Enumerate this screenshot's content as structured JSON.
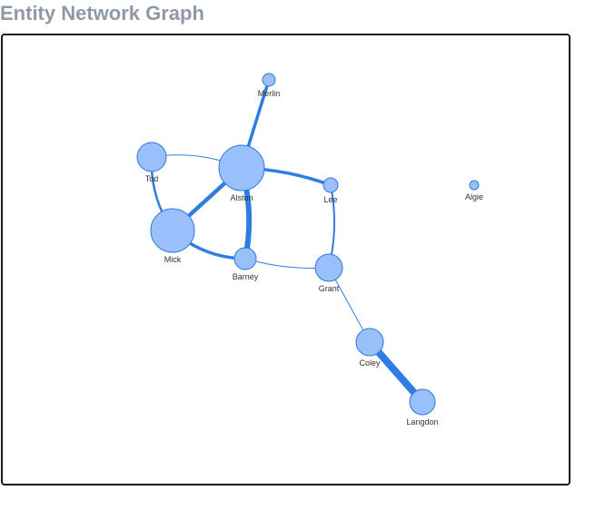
{
  "page": {
    "title": "Entity Network Graph"
  },
  "graph": {
    "node_fill": "#99c0fb",
    "node_stroke": "#2f76dd",
    "edge_color": "#2f7de1",
    "nodes": [
      {
        "id": "merlin",
        "label": "Merlin"
      },
      {
        "id": "tod",
        "label": "Tod"
      },
      {
        "id": "alston",
        "label": "Alston"
      },
      {
        "id": "lee",
        "label": "Lee"
      },
      {
        "id": "algie",
        "label": "Algie"
      },
      {
        "id": "mick",
        "label": "Mick"
      },
      {
        "id": "barney",
        "label": "Barney"
      },
      {
        "id": "grant",
        "label": "Grant"
      },
      {
        "id": "coley",
        "label": "Coley"
      },
      {
        "id": "langdon",
        "label": "Langdon"
      }
    ],
    "edges": [
      {
        "source": "alston",
        "target": "merlin"
      },
      {
        "source": "tod",
        "target": "alston"
      },
      {
        "source": "tod",
        "target": "mick"
      },
      {
        "source": "alston",
        "target": "mick"
      },
      {
        "source": "alston",
        "target": "barney"
      },
      {
        "source": "alston",
        "target": "lee"
      },
      {
        "source": "mick",
        "target": "barney"
      },
      {
        "source": "barney",
        "target": "grant"
      },
      {
        "source": "lee",
        "target": "grant"
      },
      {
        "source": "grant",
        "target": "coley"
      },
      {
        "source": "coley",
        "target": "langdon"
      }
    ]
  }
}
